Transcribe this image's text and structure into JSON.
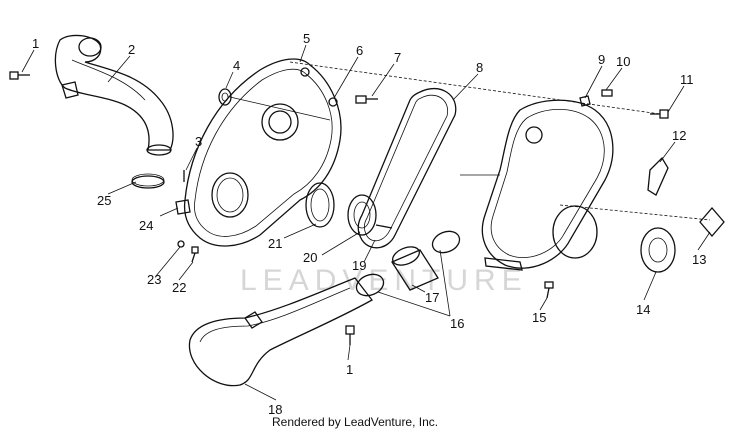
{
  "watermark": "LEADVENTURE",
  "credit": "Rendered by LeadVenture, Inc.",
  "callouts": {
    "c1a": "1",
    "c1b": "1",
    "c2": "2",
    "c3": "3",
    "c4": "4",
    "c5": "5",
    "c6": "6",
    "c7": "7",
    "c8": "8",
    "c9": "9",
    "c10": "10",
    "c11": "11",
    "c12": "12",
    "c13": "13",
    "c14": "14",
    "c15": "15",
    "c16": "16",
    "c17": "17",
    "c18": "18",
    "c19": "19",
    "c20": "20",
    "c21": "21",
    "c22": "22",
    "c23": "23",
    "c24": "24",
    "c25": "25"
  }
}
